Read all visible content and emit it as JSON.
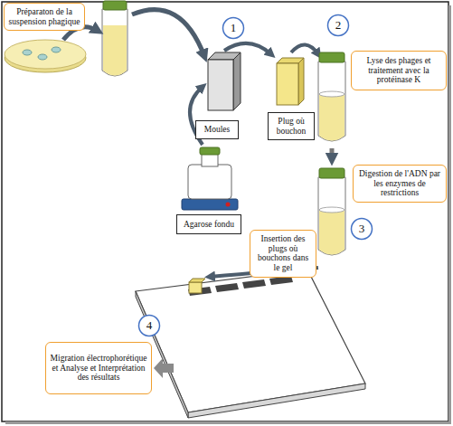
{
  "diagram": {
    "nodes": [
      {
        "text": [
          "Préparaton de la suspension phagique"
        ]
      },
      {
        "text": [
          "1"
        ]
      },
      {
        "text": [
          "2"
        ]
      },
      {
        "text": [
          "Lyse des phages et traitement avec la protéinase K"
        ]
      },
      {
        "text": [
          "Moules"
        ]
      },
      {
        "text": [
          "Plug où bouchon"
        ]
      },
      {
        "text": [
          "Digestion de l'ADN par les enzymes de restrictions"
        ]
      },
      {
        "text": [
          "Agarose fondu"
        ]
      },
      {
        "text": [
          "3"
        ]
      },
      {
        "text": [
          "Insertion des plugs où bouchons dans le gel"
        ]
      },
      {
        "text": [
          "4"
        ]
      },
      {
        "text": [
          "Migration électrophorétique et Analyse et Interprétation des résultats"
        ]
      }
    ]
  }
}
